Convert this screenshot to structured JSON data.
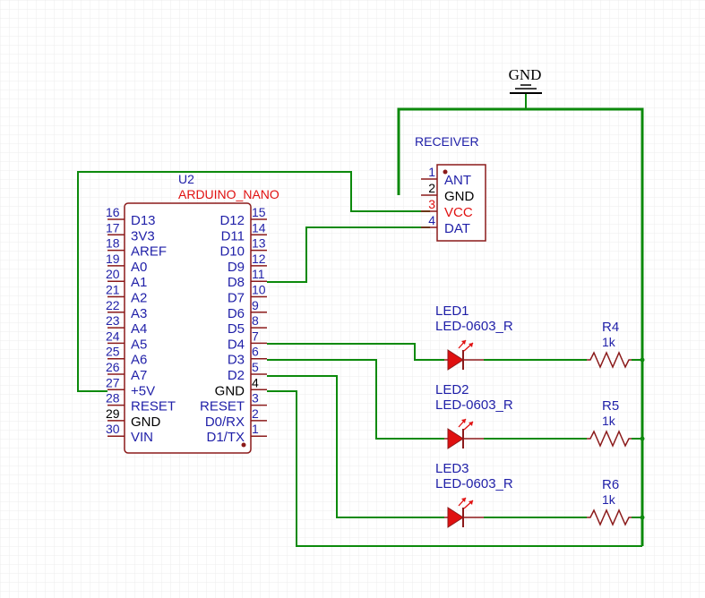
{
  "colors": {
    "wire": "#0c8a0c",
    "wire_bold": "#0c8a0c",
    "body": "#8b1a1a",
    "pin_num": "#1f1fa8",
    "pin_name": "#1f1fa8",
    "ref_text": "#1f1fa8",
    "value_text": "#e01010",
    "led_fill": "#e01010",
    "grid": "#e6e6e6",
    "black": "#000000"
  },
  "gnd_label": "GND",
  "receiver": {
    "name": "RECEIVER",
    "pins": [
      {
        "num": "1",
        "name": "ANT"
      },
      {
        "num": "2",
        "name": "GND"
      },
      {
        "num": "3",
        "name": "VCC"
      },
      {
        "num": "4",
        "name": "DAT"
      }
    ]
  },
  "arduino": {
    "ref": "U2",
    "value": "ARDUINO_NANO",
    "left_pins": [
      {
        "num": "16",
        "name": "D13"
      },
      {
        "num": "17",
        "name": "3V3"
      },
      {
        "num": "18",
        "name": "AREF"
      },
      {
        "num": "19",
        "name": "A0"
      },
      {
        "num": "20",
        "name": "A1"
      },
      {
        "num": "21",
        "name": "A2"
      },
      {
        "num": "22",
        "name": "A3"
      },
      {
        "num": "23",
        "name": "A4"
      },
      {
        "num": "24",
        "name": "A5"
      },
      {
        "num": "25",
        "name": "A6"
      },
      {
        "num": "26",
        "name": "A7"
      },
      {
        "num": "27",
        "name": "+5V"
      },
      {
        "num": "28",
        "name": "RESET"
      },
      {
        "num": "29",
        "name": "GND"
      },
      {
        "num": "30",
        "name": "VIN"
      }
    ],
    "right_pins": [
      {
        "num": "15",
        "name": "D12"
      },
      {
        "num": "14",
        "name": "D11"
      },
      {
        "num": "13",
        "name": "D10"
      },
      {
        "num": "12",
        "name": "D9"
      },
      {
        "num": "11",
        "name": "D8"
      },
      {
        "num": "10",
        "name": "D7"
      },
      {
        "num": "9",
        "name": "D6"
      },
      {
        "num": "8",
        "name": "D5"
      },
      {
        "num": "7",
        "name": "D4"
      },
      {
        "num": "6",
        "name": "D3"
      },
      {
        "num": "5",
        "name": "D2"
      },
      {
        "num": "4",
        "name": "GND"
      },
      {
        "num": "3",
        "name": "RESET"
      },
      {
        "num": "2",
        "name": "D0/RX"
      },
      {
        "num": "1",
        "name": "D1/TX"
      }
    ]
  },
  "leds": [
    {
      "ref": "LED1",
      "value": "LED-0603_R"
    },
    {
      "ref": "LED2",
      "value": "LED-0603_R"
    },
    {
      "ref": "LED3",
      "value": "LED-0603_R"
    }
  ],
  "resistors": [
    {
      "ref": "R4",
      "value": "1k"
    },
    {
      "ref": "R5",
      "value": "1k"
    },
    {
      "ref": "R6",
      "value": "1k"
    }
  ]
}
